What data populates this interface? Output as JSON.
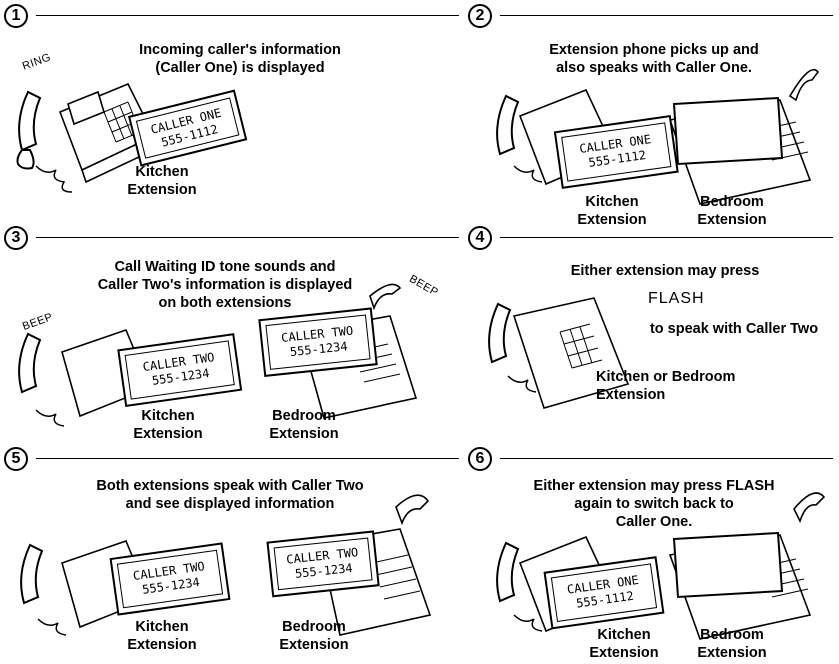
{
  "steps": [
    {
      "number": "1",
      "caption": [
        "Incoming caller's information",
        "(Caller One) is displayed"
      ],
      "sound": "RING",
      "display": {
        "line1": "CALLER ONE",
        "line2": "555-1112"
      },
      "labels": [
        [
          "Kitchen",
          "Extension"
        ]
      ]
    },
    {
      "number": "2",
      "caption": [
        "Extension phone picks up and",
        "also speaks with Caller One."
      ],
      "display": {
        "line1": "CALLER ONE",
        "line2": "555-1112"
      },
      "labels": [
        [
          "Kitchen",
          "Extension"
        ],
        [
          "Bedroom",
          "Extension"
        ]
      ]
    },
    {
      "number": "3",
      "caption": [
        "Call Waiting ID tone sounds and",
        "Caller Two's information is displayed",
        "on both extensions"
      ],
      "sounds": [
        "BEEP",
        "BEEP"
      ],
      "displays": [
        {
          "line1": "CALLER TWO",
          "line2": "555-1234"
        },
        {
          "line1": "CALLER TWO",
          "line2": "555-1234"
        }
      ],
      "labels": [
        [
          "Kitchen",
          "Extension"
        ],
        [
          "Bedroom",
          "Extension"
        ]
      ]
    },
    {
      "number": "4",
      "caption": [
        "Either extension may press"
      ],
      "flash": "FLASH",
      "caption2": "to speak with Caller Two",
      "labels": [
        [
          "Kitchen or Bedroom",
          "Extension"
        ]
      ]
    },
    {
      "number": "5",
      "caption": [
        "Both extensions speak with Caller Two",
        "and see displayed information"
      ],
      "displays": [
        {
          "line1": "CALLER TWO",
          "line2": "555-1234"
        },
        {
          "line1": "CALLER TWO",
          "line2": "555-1234"
        }
      ],
      "labels": [
        [
          "Kitchen",
          "Extension"
        ],
        [
          "Bedroom",
          "Extension"
        ]
      ]
    },
    {
      "number": "6",
      "caption": [
        "Either extension may press FLASH",
        "again to switch back to",
        "Caller One."
      ],
      "display": {
        "line1": "CALLER ONE",
        "line2": "555-1112"
      },
      "labels": [
        [
          "Kitchen",
          "Extension"
        ],
        [
          "Bedroom",
          "Extension"
        ]
      ]
    }
  ]
}
